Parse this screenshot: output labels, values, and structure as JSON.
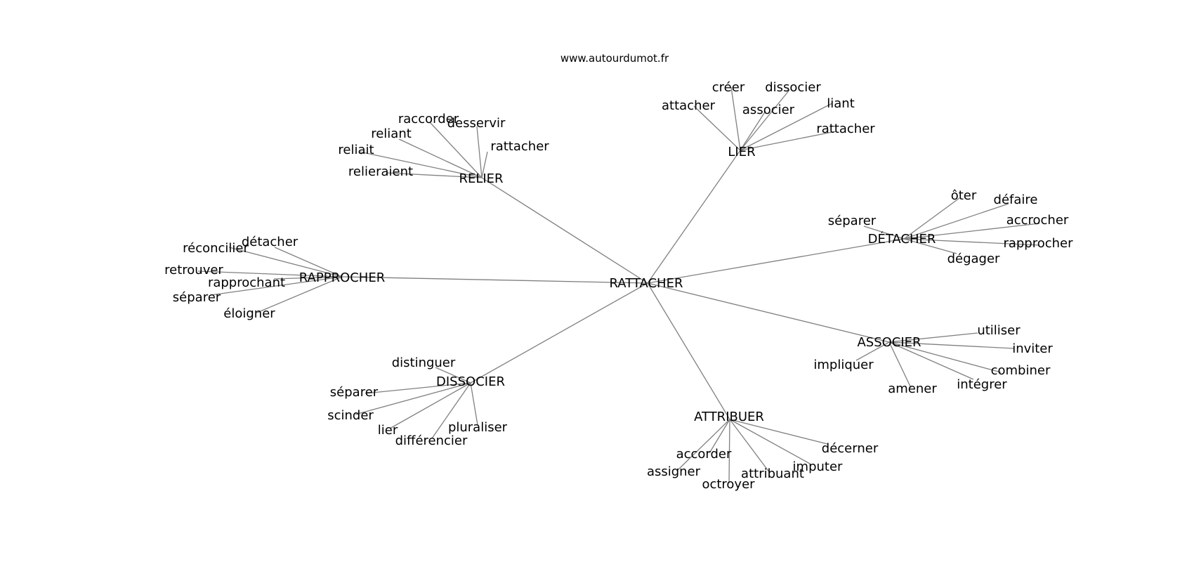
{
  "source": "www.autourdumot.fr",
  "center": {
    "label": "RATTACHER"
  },
  "clusters": [
    {
      "id": "relier",
      "label": "RELIER",
      "leaves": [
        "raccorder",
        "desservir",
        "reliant",
        "reliait",
        "rattacher",
        "relieraient"
      ]
    },
    {
      "id": "lier",
      "label": "LIER",
      "leaves": [
        "créer",
        "dissocier",
        "attacher",
        "associer",
        "liant",
        "rattacher"
      ]
    },
    {
      "id": "detacher",
      "label": "DÉTACHER",
      "leaves": [
        "ôter",
        "défaire",
        "séparer",
        "accrocher",
        "rapprocher",
        "dégager"
      ]
    },
    {
      "id": "rapprocher",
      "label": "RAPPROCHER",
      "leaves": [
        "détacher",
        "réconcilier",
        "retrouver",
        "rapprochant",
        "séparer",
        "éloigner"
      ]
    },
    {
      "id": "associer",
      "label": "ASSOCIER",
      "leaves": [
        "utiliser",
        "inviter",
        "impliquer",
        "combiner",
        "intégrer",
        "amener"
      ]
    },
    {
      "id": "dissocier",
      "label": "DISSOCIER",
      "leaves": [
        "distinguer",
        "séparer",
        "scinder",
        "lier",
        "pluraliser",
        "différencier"
      ]
    },
    {
      "id": "attribuer",
      "label": "ATTRIBUER",
      "leaves": [
        "accorder",
        "décerner",
        "assigner",
        "imputer",
        "attribuant",
        "octroyer"
      ]
    }
  ]
}
